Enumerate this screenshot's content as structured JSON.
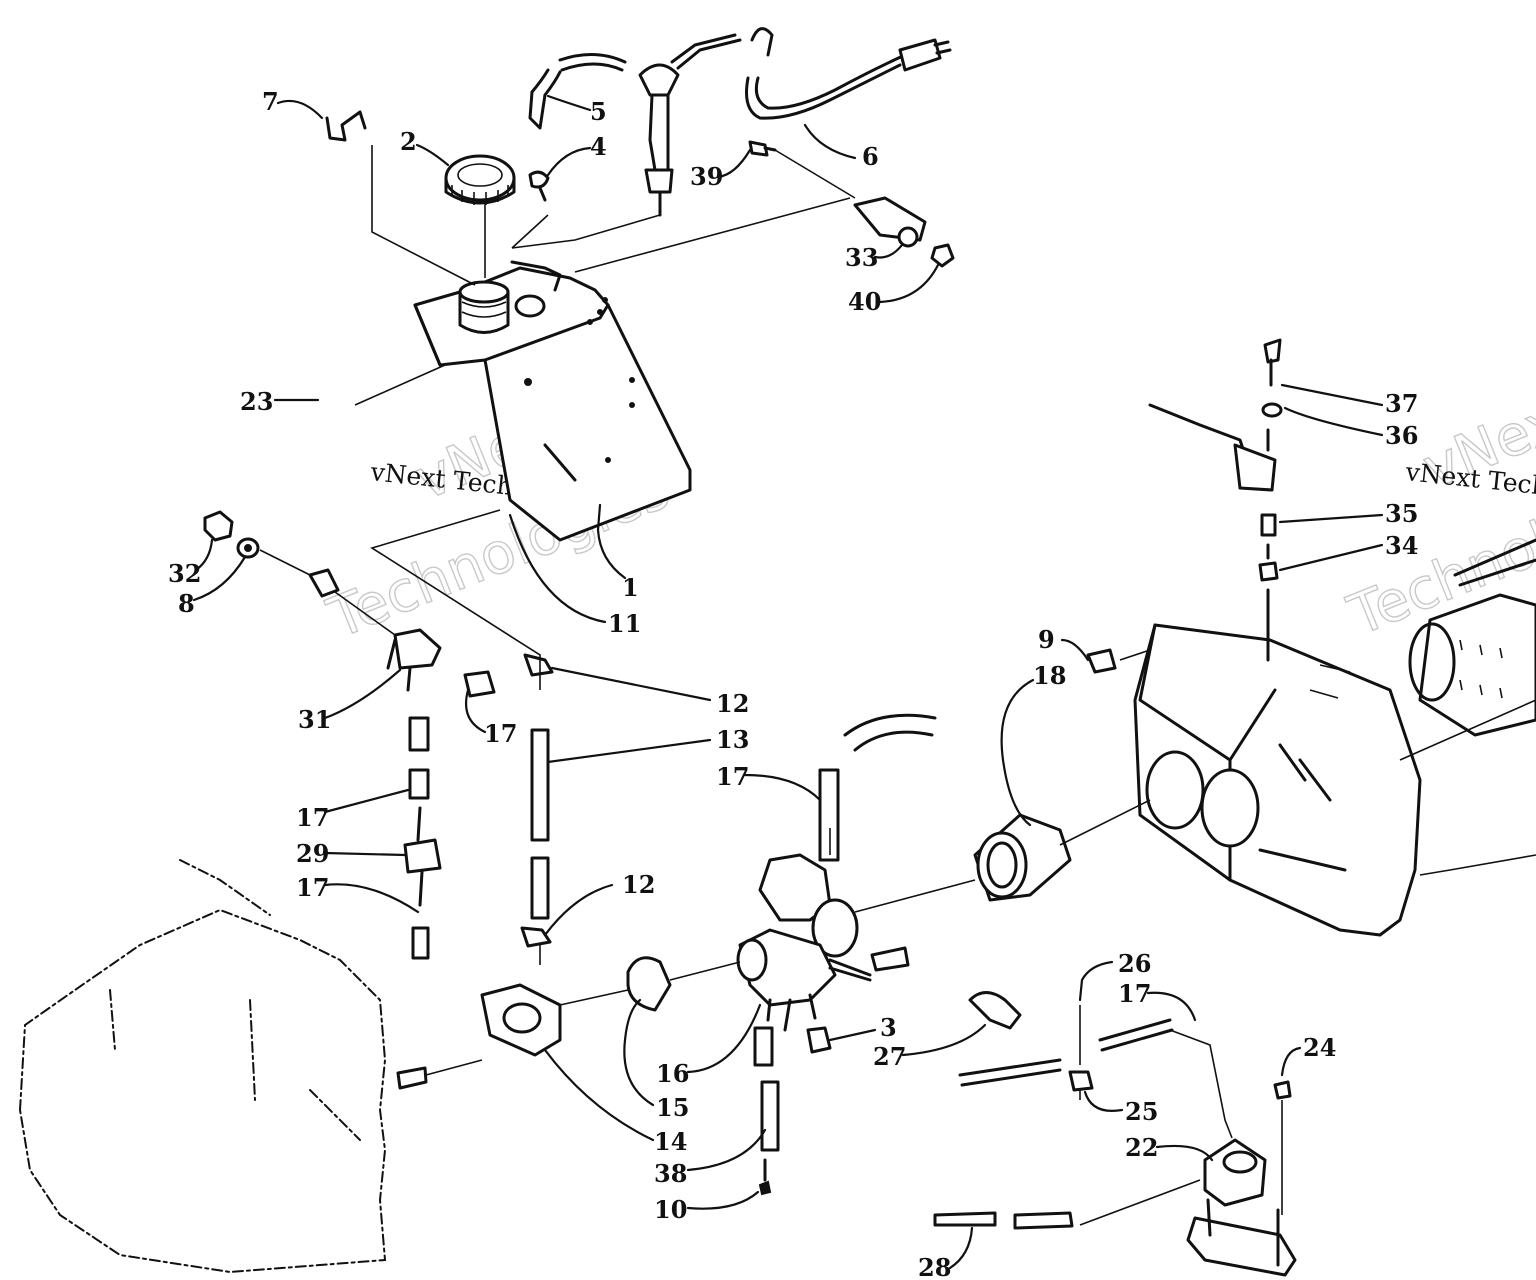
{
  "watermark": {
    "small_text": "vNext Technologies",
    "big_word_1": "vNext",
    "big_word_2": "Technologies"
  },
  "callouts": [
    {
      "id": "c7",
      "label": "7"
    },
    {
      "id": "c2",
      "label": "2"
    },
    {
      "id": "c5",
      "label": "5"
    },
    {
      "id": "c4",
      "label": "4"
    },
    {
      "id": "c6",
      "label": "6"
    },
    {
      "id": "c39",
      "label": "39"
    },
    {
      "id": "c33",
      "label": "33"
    },
    {
      "id": "c40",
      "label": "40"
    },
    {
      "id": "c23",
      "label": "23"
    },
    {
      "id": "c1",
      "label": "1"
    },
    {
      "id": "c11",
      "label": "11"
    },
    {
      "id": "c32",
      "label": "32"
    },
    {
      "id": "c8",
      "label": "8"
    },
    {
      "id": "c31",
      "label": "31"
    },
    {
      "id": "c17a",
      "label": "17"
    },
    {
      "id": "c17b",
      "label": "17"
    },
    {
      "id": "c29",
      "label": "29"
    },
    {
      "id": "c17c",
      "label": "17"
    },
    {
      "id": "c12a",
      "label": "12"
    },
    {
      "id": "c13",
      "label": "13"
    },
    {
      "id": "c17d",
      "label": "17"
    },
    {
      "id": "c12b",
      "label": "12"
    },
    {
      "id": "c9",
      "label": "9"
    },
    {
      "id": "c18",
      "label": "18"
    },
    {
      "id": "c37",
      "label": "37"
    },
    {
      "id": "c36",
      "label": "36"
    },
    {
      "id": "c35",
      "label": "35"
    },
    {
      "id": "c34",
      "label": "34"
    },
    {
      "id": "c3",
      "label": "3"
    },
    {
      "id": "c27",
      "label": "27"
    },
    {
      "id": "c16",
      "label": "16"
    },
    {
      "id": "c15",
      "label": "15"
    },
    {
      "id": "c14",
      "label": "14"
    },
    {
      "id": "c38",
      "label": "38"
    },
    {
      "id": "c10",
      "label": "10"
    },
    {
      "id": "c26",
      "label": "26"
    },
    {
      "id": "c17e",
      "label": "17"
    },
    {
      "id": "c25",
      "label": "25"
    },
    {
      "id": "c24",
      "label": "24"
    },
    {
      "id": "c22",
      "label": "22"
    },
    {
      "id": "c28",
      "label": "28"
    }
  ]
}
